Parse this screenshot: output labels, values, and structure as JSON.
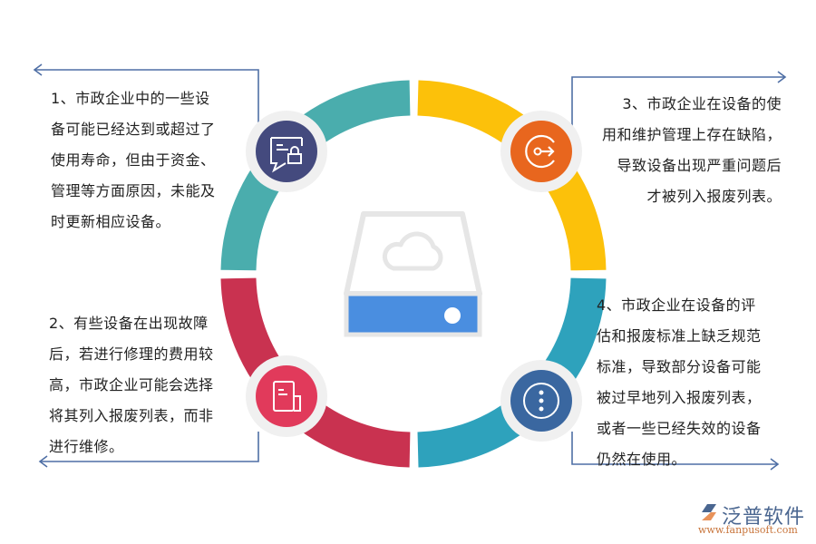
{
  "diagram": {
    "center_icon": "cloud-drive-icon",
    "colors": {
      "segment_1": "#4aadad",
      "segment_2": "#c93250",
      "segment_3": "#fcc10a",
      "segment_4": "#2ea2bc",
      "icon_1_bg": "#444a7e",
      "icon_2_bg": "#e13a5b",
      "icon_3_bg": "#e8661e",
      "icon_4_bg": "#3a67a0",
      "icon_ring": "#f0f0f0",
      "connector": "#4f6fa5",
      "drive_blue": "#4a8ee0",
      "drive_outline": "#e6e6e6"
    },
    "items": [
      {
        "number": "1",
        "icon": "message-lock-icon",
        "lines": [
          "1、市政企业中的一些设",
          "备可能已经达到或超过了",
          "使用寿命，但由于资金、",
          "管理等方面原因，未能及",
          "时更新相应设备。"
        ]
      },
      {
        "number": "2",
        "icon": "document-icon",
        "lines": [
          "2、有些设备在出现故障",
          "后，若进行修理的费用较",
          "高，市政企业可能会选择",
          "将其列入报废列表，而非",
          "进行维修。"
        ]
      },
      {
        "number": "3",
        "icon": "exit-arrow-icon",
        "lines": [
          "3、市政企业在设备的使",
          "用和维护管理上存在缺陷，",
          "导致设备出现严重问题后",
          "才被列入报废列表。"
        ]
      },
      {
        "number": "4",
        "icon": "more-vertical-icon",
        "lines": [
          "4、市政企业在设备的评",
          "估和报废标准上缺乏规范",
          "标准，导致部分设备可能",
          "被过早地列入报废列表，",
          "或者一些已经失效的设备",
          "仍然在使用。"
        ]
      }
    ]
  },
  "logo": {
    "name": "泛普软件",
    "url": "www.fanpusoft.com"
  }
}
